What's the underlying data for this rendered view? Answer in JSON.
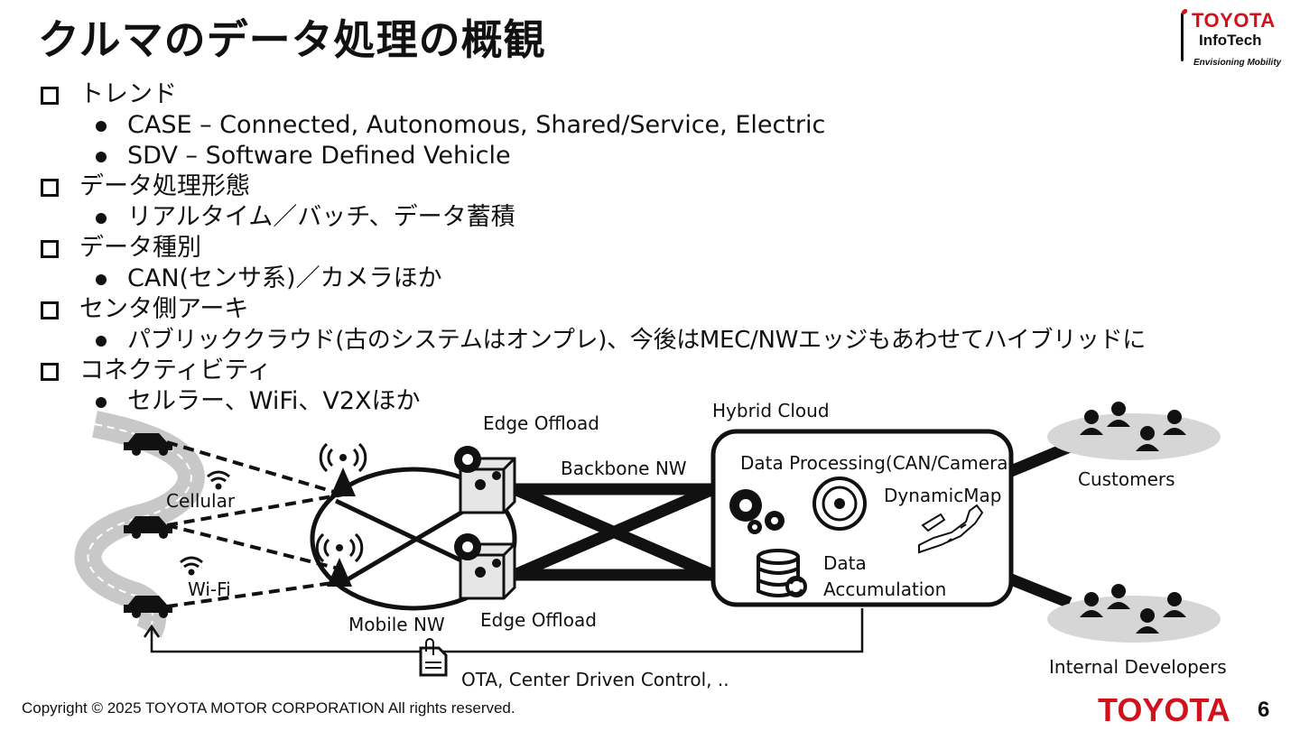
{
  "slide": {
    "title": "クルマのデータ処理の概観",
    "page_number": "6",
    "copyright": "Copyright ©  2025 TOYOTA MOTOR CORPORATION All rights reserved.",
    "footer_logo": "TOYOTA"
  },
  "header_logo": {
    "brand": "TOYOTA",
    "sub": "InfoTech",
    "tagline": "Envisioning Mobility",
    "brand_color": "#d1111c"
  },
  "bullets": [
    {
      "label": "トレンド",
      "children": [
        "CASE – Connected, Autonomous, Shared/Service, Electric",
        "SDV – Software Defined Vehicle"
      ]
    },
    {
      "label": "データ処理形態",
      "children": [
        "リアルタイム／バッチ、データ蓄積"
      ]
    },
    {
      "label": "データ種別",
      "children": [
        "CAN(センサ系)／カメラほか"
      ]
    },
    {
      "label": "センタ側アーキ",
      "children": [
        "パブリッククラウド(古のシステムはオンプレ)、今後はMEC/NWエッジもあわせてハイブリッドに"
      ]
    },
    {
      "label": "コネクティビティ",
      "children": [
        "セルラー、WiFi、V2Xほか"
      ]
    }
  ],
  "diagram": {
    "cellular": "Cellular",
    "wifi": "Wi-Fi",
    "mobile_nw": "Mobile NW",
    "edge_offload_top": "Edge Offload",
    "edge_offload_bottom": "Edge Offload",
    "backbone_nw": "Backbone NW",
    "hybrid_cloud": "Hybrid Cloud",
    "data_processing": "Data Processing(CAN/Camera)",
    "dynamic_map": "DynamicMap",
    "data_accumulation_1": "Data",
    "data_accumulation_2": "Accumulation",
    "customers": "Customers",
    "internal_developers": "Internal Developers",
    "ota": "OTA, Center Driven Control, .."
  }
}
